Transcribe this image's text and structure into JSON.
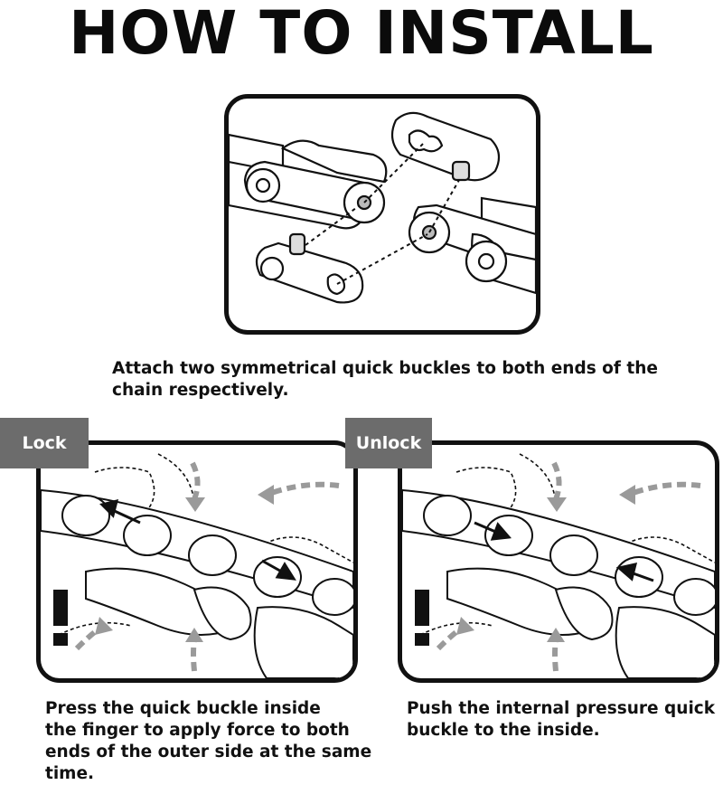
{
  "title": "HOW TO INSTALL",
  "step_attach": {
    "caption_line1": "Attach two symmetrical quick buckles to both ends of the",
    "caption_line2": "chain respectively."
  },
  "lock": {
    "tag": "Lock",
    "caption_line1": "Press the quick buckle inside",
    "caption_line2": "the finger to apply force to both",
    "caption_line3": "ends of the outer side at the same",
    "caption_line4": "time."
  },
  "unlock": {
    "tag": "Unlock",
    "caption_line1": "Push the internal pressure quick",
    "caption_line2": "buckle to the inside."
  },
  "colors": {
    "ink": "#111111",
    "tag_bg": "#6c6c6c",
    "arrow_gray": "#9a9a9a"
  },
  "icons": [
    "chain-link-diagram",
    "hand-press-diagram",
    "exclamation-icon",
    "arrow-icon"
  ]
}
